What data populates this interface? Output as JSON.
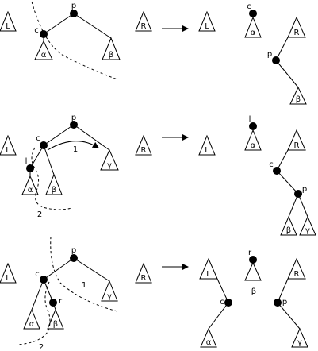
{
  "colors": {
    "ink": "#000000",
    "background": "#ffffff"
  },
  "panels": [
    {
      "before": {
        "outer_left": "L",
        "root": "p",
        "split_node": "c",
        "subtree_under_split": "α",
        "subtree_right": "β",
        "outer_right": "R"
      },
      "after": {
        "outer_left": "L",
        "detached_node": "c",
        "detached_subtree": "α",
        "outer_right": "R",
        "moved_node": "p",
        "moved_subtree": "β"
      }
    },
    {
      "before": {
        "outer_left": "L",
        "root": "p",
        "split_node": "c",
        "inner_node": "l",
        "subtree_alpha": "α",
        "subtree_beta": "β",
        "subtree_gamma": "γ",
        "outer_right": "R",
        "step_one": "1",
        "step_two": "2"
      },
      "after": {
        "outer_left": "L",
        "detached_node": "l",
        "detached_subtree": "α",
        "outer_right": "R",
        "node_c": "c",
        "node_p": "p",
        "subtree_beta": "β",
        "subtree_gamma": "γ"
      }
    },
    {
      "before": {
        "outer_left": "L",
        "root": "p",
        "split_node": "c",
        "inner_node": "r",
        "subtree_alpha": "α",
        "subtree_beta": "β",
        "subtree_gamma": "γ",
        "outer_right": "R",
        "step_one": "1",
        "step_two": "2"
      },
      "after": {
        "outer_left": "L",
        "detached_node": "r",
        "middle_subtree": "β",
        "outer_right": "R",
        "node_c": "c",
        "node_p": "p",
        "subtree_alpha": "α",
        "subtree_gamma": "γ"
      }
    }
  ]
}
